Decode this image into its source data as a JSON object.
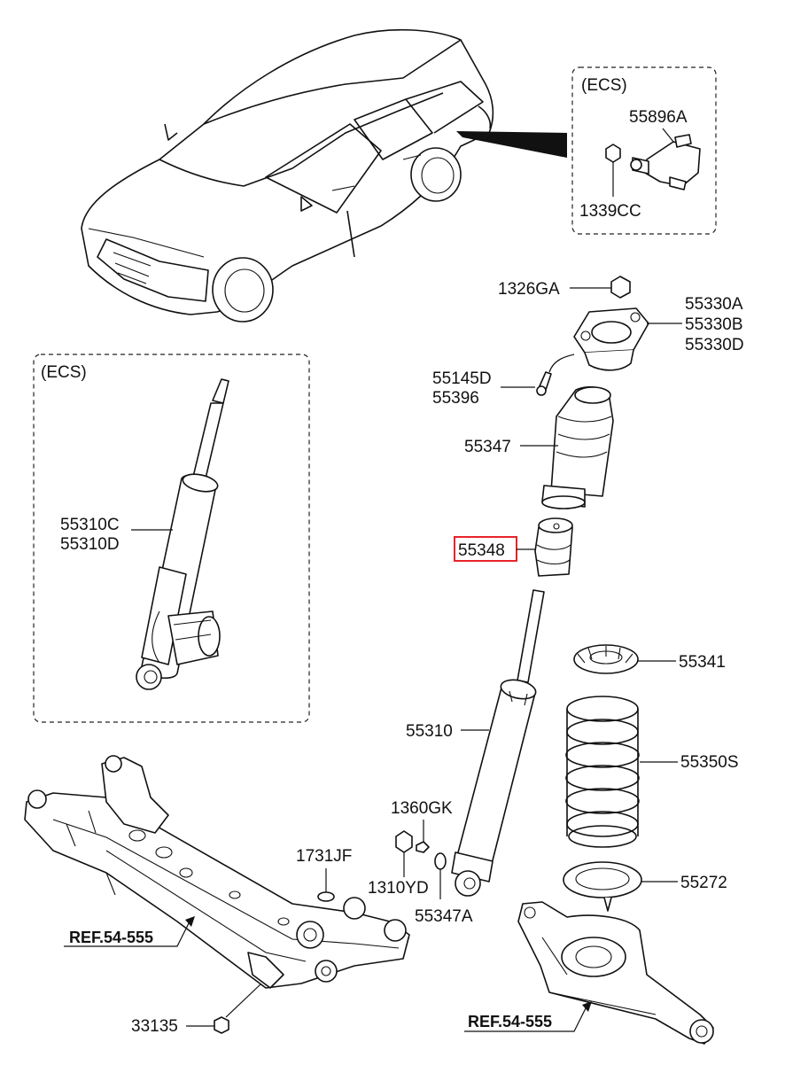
{
  "ecs_top": {
    "title": "(ECS)",
    "labels": [
      "55896A",
      "1339CC"
    ]
  },
  "ecs_left": {
    "title": "(ECS)",
    "labels": [
      "55310C",
      "55310D"
    ]
  },
  "labels": {
    "p1326GA": "1326GA",
    "p55330A": "55330A",
    "p55330B": "55330B",
    "p55330D": "55330D",
    "p55145D": "55145D",
    "p55396": "55396",
    "p55347": "55347",
    "p55348": "55348",
    "p55341": "55341",
    "p55310": "55310",
    "p55350S": "55350S",
    "p1360GK": "1360GK",
    "p1731JF": "1731JF",
    "p1310YD": "1310YD",
    "p55347A": "55347A",
    "p55272": "55272",
    "p33135": "33135"
  },
  "refs": {
    "left": "REF.54-555",
    "right": "REF.54-555"
  },
  "highlight": {
    "part": "55348",
    "color": "#e8232a"
  }
}
